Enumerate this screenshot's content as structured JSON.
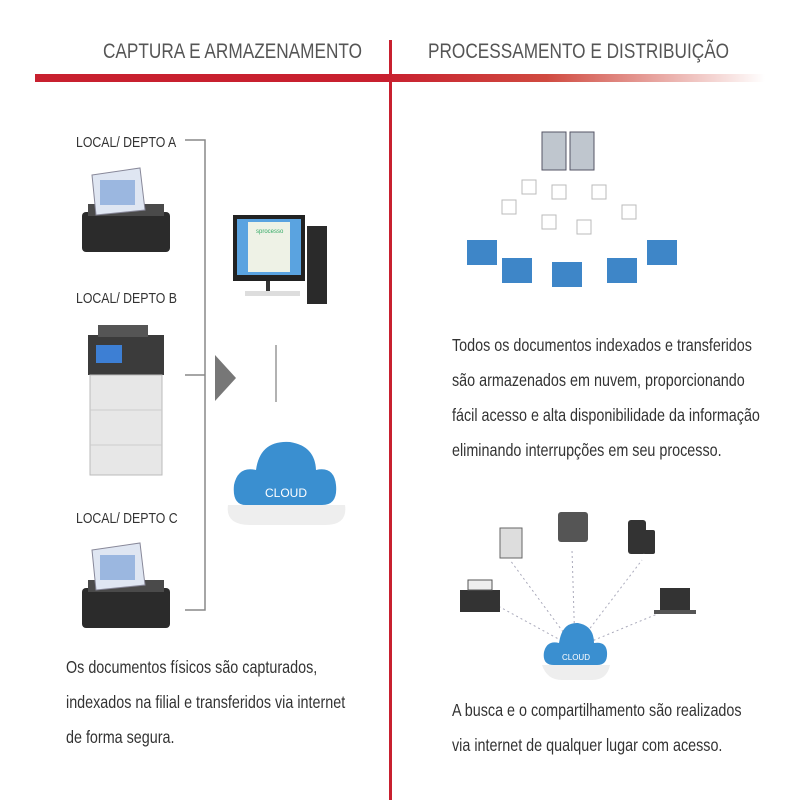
{
  "headers": {
    "left": "CAPTURA E ARMAZENAMENTO",
    "right": "PROCESSAMENTO E DISTRIBUIÇÃO"
  },
  "left": {
    "locations": [
      "LOCAL/ DEPTO A",
      "LOCAL/ DEPTO B",
      "LOCAL/ DEPTO C"
    ],
    "cloud_label": "CLOUD",
    "screen_logo": "sprocesso",
    "description": [
      "Os documentos físicos são capturados,",
      "indexados na filial e transferidos via internet",
      "de forma segura."
    ]
  },
  "right": {
    "description": [
      "Todos os documentos indexados e transferidos",
      "são armazenados em nuvem, proporcionando",
      "fácil acesso e alta disponibilidade da informação",
      "eliminando interrupções em seu processo."
    ],
    "cloud_label": "CLOUD",
    "sharing": [
      "A busca e o compartilhamento são realizados",
      "via internet de qualquer lugar com acesso."
    ]
  },
  "colors": {
    "accent": "#c8202f",
    "cloud": "#3a8fd0"
  }
}
